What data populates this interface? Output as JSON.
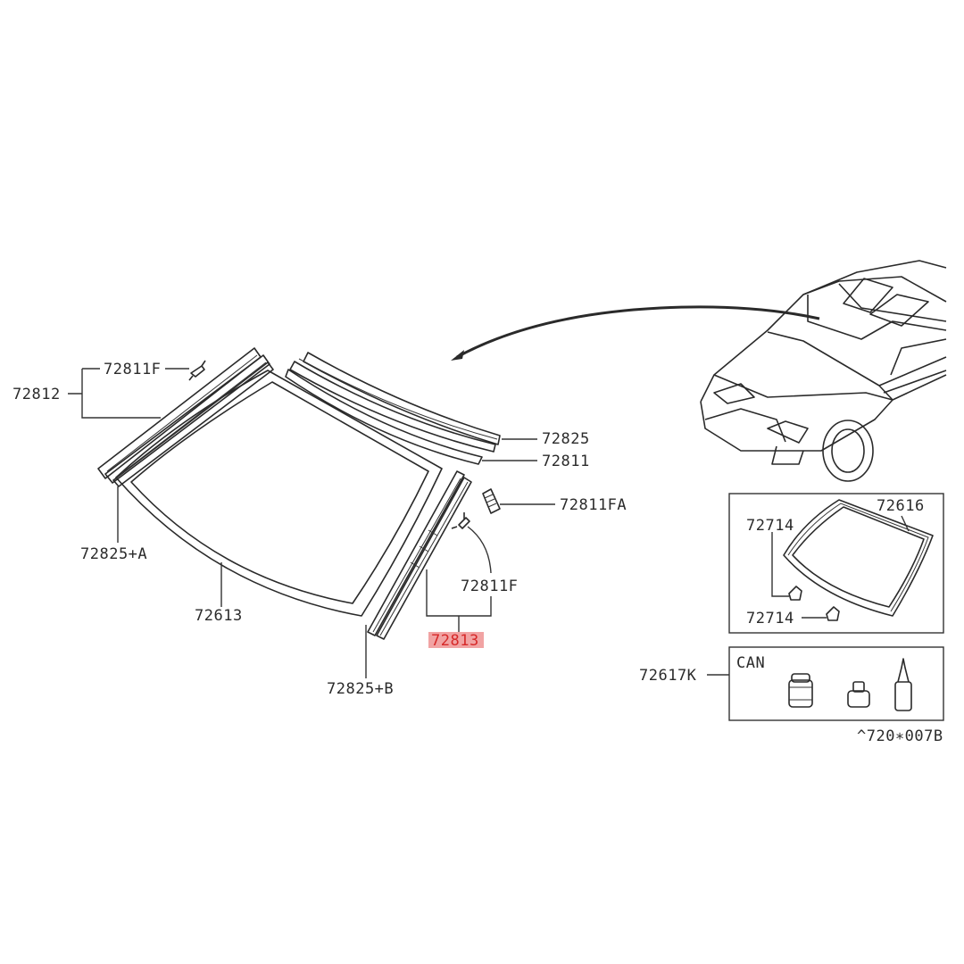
{
  "diagram": {
    "highlight_color": "#f1a3a3",
    "labels": {
      "p72811F_a": "72811F",
      "p72812": "72812",
      "p72825A": "72825+A",
      "p72613": "72613",
      "p72825": "72825",
      "p72811": "72811",
      "p72811FA": "72811FA",
      "p72811F_b": "72811F",
      "p72813": "72813",
      "p72825B": "72825+B",
      "p72714_a": "72714",
      "p72616": "72616",
      "p72714_b": "72714",
      "p72617K": "72617K",
      "can": "CAN",
      "ref": "^720∗007B"
    }
  }
}
